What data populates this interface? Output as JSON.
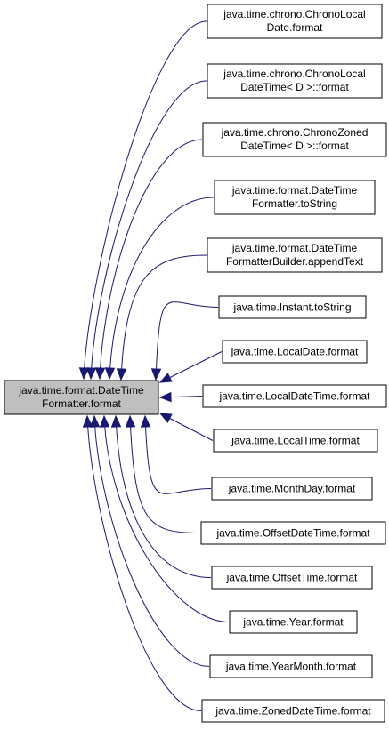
{
  "focus_node": {
    "lines": [
      "java.time.format.DateTime",
      "Formatter.format"
    ],
    "fill": "#bfbfbf"
  },
  "callers": [
    {
      "lines": [
        "java.time.chrono.ChronoLocal",
        "Date.format"
      ]
    },
    {
      "lines": [
        "java.time.chrono.ChronoLocal",
        "DateTime< D >::format"
      ]
    },
    {
      "lines": [
        "java.time.chrono.ChronoZoned",
        "DateTime< D >::format"
      ]
    },
    {
      "lines": [
        "java.time.format.DateTime",
        "Formatter.toString"
      ]
    },
    {
      "lines": [
        "java.time.format.DateTime",
        "FormatterBuilder.appendText"
      ]
    },
    {
      "lines": [
        "java.time.Instant.toString"
      ]
    },
    {
      "lines": [
        "java.time.LocalDate.format"
      ]
    },
    {
      "lines": [
        "java.time.LocalDateTime.format"
      ]
    },
    {
      "lines": [
        "java.time.LocalTime.format"
      ]
    },
    {
      "lines": [
        "java.time.MonthDay.format"
      ]
    },
    {
      "lines": [
        "java.time.OffsetDateTime.format"
      ]
    },
    {
      "lines": [
        "java.time.OffsetTime.format"
      ]
    },
    {
      "lines": [
        "java.time.Year.format"
      ]
    },
    {
      "lines": [
        "java.time.YearMonth.format"
      ]
    },
    {
      "lines": [
        "java.time.ZonedDateTime.format"
      ]
    }
  ],
  "colors": {
    "edge": "#191970",
    "node_border": "#000000",
    "node_fill": "#ffffff"
  }
}
